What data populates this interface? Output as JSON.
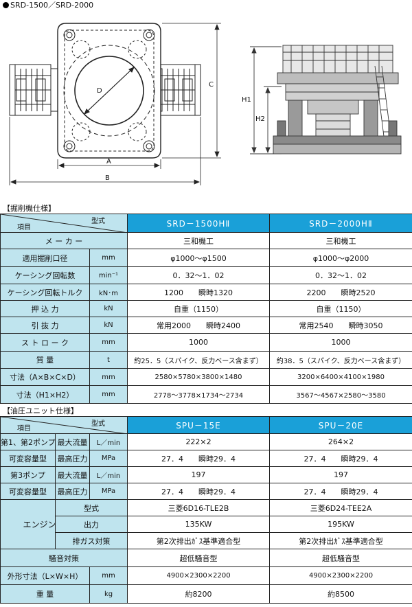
{
  "header": {
    "title": "SRD-1500／SRD-2000"
  },
  "drawing": {
    "labels": {
      "d": "D",
      "a": "A",
      "b": "B",
      "c": "C",
      "h1": "H1",
      "h2": "H2"
    }
  },
  "spec1": {
    "section_title": "【掘削機仕様】",
    "corner_top": "型式",
    "corner_bottom": "項目",
    "models": [
      "SRD－1500HⅡ",
      "SRD－2000HⅡ"
    ],
    "rows": [
      {
        "label": "メ ー カ ー",
        "unit": "",
        "v1": "三和機工",
        "v2": "三和機工"
      },
      {
        "label": "適用掘削口径",
        "unit": "mm",
        "v1": "φ1000～φ1500",
        "v2": "φ1000～φ2000"
      },
      {
        "label": "ケーシング回転数",
        "unit": "min⁻¹",
        "v1": "0．32～1．02",
        "v2": "0．32～1．02"
      },
      {
        "label": "ケーシング回転トルク",
        "unit": "kN･m",
        "v1a": "1200",
        "v1b": "瞬時1320",
        "v2a": "2200",
        "v2b": "瞬時2520"
      },
      {
        "label": "押 込 力",
        "unit": "kN",
        "v1": "自重（1150）",
        "v2": "自重（1150）"
      },
      {
        "label": "引 抜 力",
        "unit": "kN",
        "v1a": "常用2000",
        "v1b": "瞬時2400",
        "v2a": "常用2540",
        "v2b": "瞬時3050"
      },
      {
        "label": "ス ト ロ ー ク",
        "unit": "mm",
        "v1": "1000",
        "v2": "1000"
      },
      {
        "label": "質 量",
        "unit": "t",
        "v1": "約25．5（スパイク、反力ベース含まず）",
        "v2": "約38．5（スパイク、反力ベース含まず）"
      },
      {
        "label": "寸法（A×B×C×D）",
        "unit": "mm",
        "v1": "2580×5780×3800×1480",
        "v2": "3200×6400×4100×1980"
      },
      {
        "label": "寸法（H1×H2）",
        "unit": "mm",
        "v1": "2778～3778×1734～2734",
        "v2": "3567～4567×2580～3580"
      }
    ]
  },
  "spec2": {
    "section_title": "【油圧ユニット仕様】",
    "corner_top": "型式",
    "corner_bottom": "項目",
    "models": [
      "SPU－15E",
      "SPU－20E"
    ],
    "pump12": {
      "l1": "第1、第2ポンプ",
      "l2": "可変容量型"
    },
    "pump3": {
      "l1": "第3ポンプ",
      "l2": "可変容量型"
    },
    "max_flow": "最大流量",
    "max_pressure": "最高圧力",
    "unit_flow": "L／min",
    "unit_pressure": "MPa",
    "p12_flow": {
      "v1": "222×2",
      "v2": "264×2"
    },
    "p12_press": {
      "v1a": "27．4",
      "v1b": "瞬時29．4",
      "v2a": "27．4",
      "v2b": "瞬時29．4"
    },
    "p3_flow": {
      "v1": "197",
      "v2": "197"
    },
    "p3_press": {
      "v1a": "27．4",
      "v1b": "瞬時29．4",
      "v2a": "27．4",
      "v2b": "瞬時29．4"
    },
    "engine_label": "エンジン",
    "engine_rows": [
      {
        "label": "型式",
        "v1": "三菱6D16-TLE2B",
        "v2": "三菱6D24-TEE2A"
      },
      {
        "label": "出力",
        "v1": "135KW",
        "v2": "195KW"
      },
      {
        "label": "排ガス対策",
        "v1": "第2次排出ｶﾞｽ基準適合型",
        "v2": "第2次排出ｶﾞｽ基準適合型"
      }
    ],
    "noise": {
      "label": "騒音対策",
      "v1": "超低騒音型",
      "v2": "超低騒音型"
    },
    "dims": {
      "label": "外形寸法（L×W×H）",
      "unit": "mm",
      "v1": "4900×2300×2200",
      "v2": "4900×2300×2200"
    },
    "weight": {
      "label": "重 量",
      "unit": "kg",
      "v1": "約8200",
      "v2": "約8500"
    }
  }
}
